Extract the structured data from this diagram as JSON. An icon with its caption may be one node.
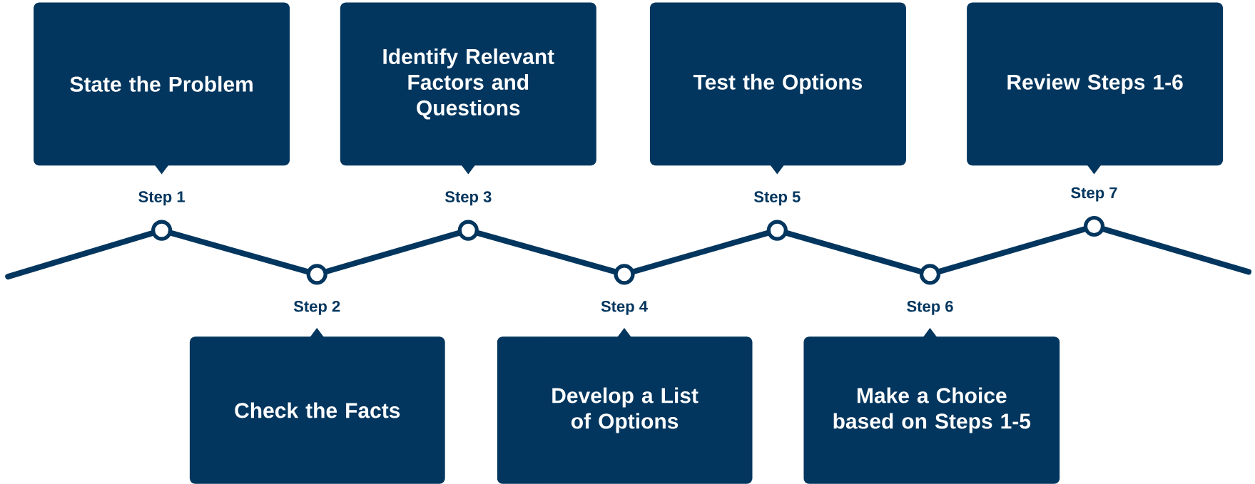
{
  "diagram": {
    "nodes": [
      {
        "text": [
          "State the Problem"
        ]
      },
      {
        "text": [
          "Check the Facts"
        ]
      },
      {
        "text": [
          "Identify Relevant Factors and Questions"
        ]
      },
      {
        "text": [
          "Develop a List of Options"
        ]
      },
      {
        "text": [
          "Test the Options"
        ]
      },
      {
        "text": [
          "Make a Choice based on Steps 1-5"
        ]
      },
      {
        "text": [
          "Review Steps 1-6"
        ]
      },
      {
        "text": [],
        "shape": "circle",
        "beside": [
          "Step 1"
        ]
      },
      {
        "text": [],
        "shape": "circle",
        "beside": [
          "Step 2"
        ]
      },
      {
        "text": [],
        "shape": "circle",
        "beside": [
          "Step 3"
        ]
      },
      {
        "text": [],
        "shape": "circle",
        "beside": [
          "Step 4"
        ]
      },
      {
        "text": [],
        "shape": "circle",
        "beside": [
          "Step 5"
        ]
      },
      {
        "text": [],
        "shape": "circle",
        "beside": [
          "Step 6"
        ]
      },
      {
        "text": [],
        "shape": "circle",
        "beside": [
          "Step 7"
        ]
      }
    ],
    "edges": [
      {
        "from": null,
        "to": 7,
        "arrow": "none"
      },
      {
        "from": 7,
        "to": 8,
        "arrow": "none"
      },
      {
        "from": 8,
        "to": 9,
        "arrow": "none"
      },
      {
        "from": 9,
        "to": 10,
        "arrow": "none"
      },
      {
        "from": 10,
        "to": 11,
        "arrow": "none"
      },
      {
        "from": 11,
        "to": 12,
        "arrow": "none"
      },
      {
        "from": 12,
        "to": 13,
        "arrow": "none"
      },
      {
        "from": 13,
        "to": null,
        "arrow": "none"
      }
    ]
  }
}
